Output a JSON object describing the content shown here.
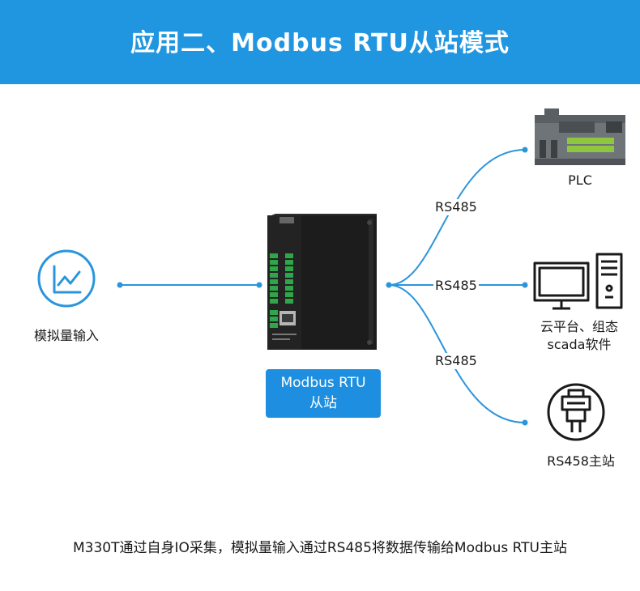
{
  "header": {
    "title": "应用二、Modbus RTU从站模式"
  },
  "left_node": {
    "label": "模拟量输入"
  },
  "slave": {
    "line1": "Modbus RTU",
    "line2": "从站"
  },
  "links": [
    {
      "label": "RS485"
    },
    {
      "label": "RS485"
    },
    {
      "label": "RS485"
    }
  ],
  "targets": [
    {
      "label": "PLC"
    },
    {
      "label_line1": "云平台、组态",
      "label_line2": "scada软件"
    },
    {
      "label": "RS458主站"
    }
  ],
  "caption": "M330T通过自身IO采集，模拟量输入通过RS485将数据传输给Modbus RTU主站",
  "colors": {
    "header": "#2196e0",
    "line": "#2a95dc",
    "slave_box": "#1e8fe0",
    "device": "#1c1c1c"
  },
  "icons": [
    "line-chart-icon",
    "plc-device-icon",
    "computer-icon",
    "serial-port-icon",
    "io-module-device"
  ]
}
